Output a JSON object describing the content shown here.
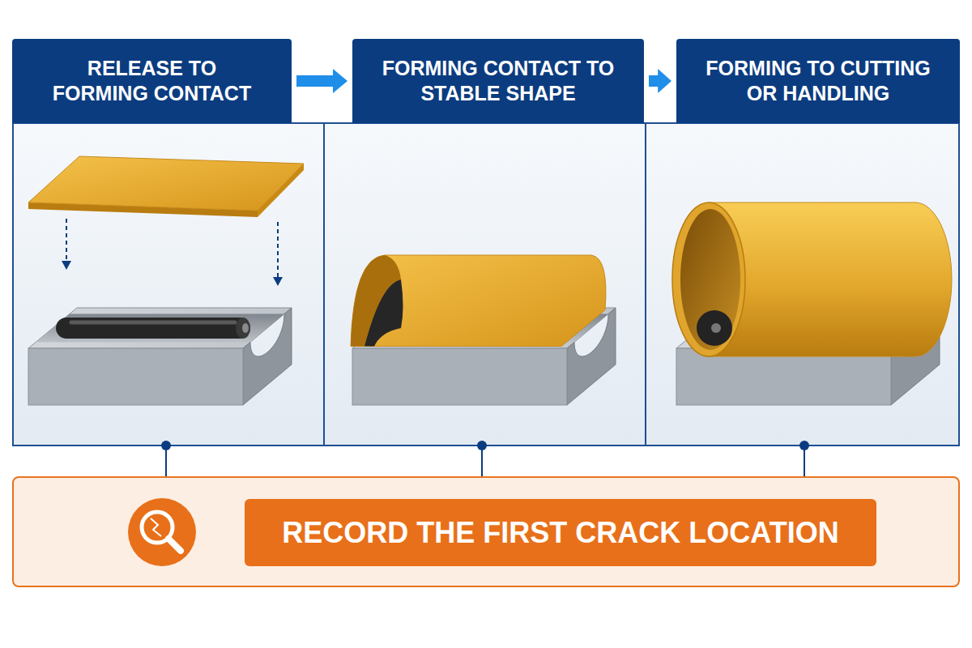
{
  "diagram": {
    "nodes": [
      {
        "text": [
          "RELEASE TO FORMING CONTACT"
        ]
      },
      {
        "text": [
          "FORMING CONTACT TO STABLE SHAPE"
        ]
      },
      {
        "text": [
          "FORMING TO CUTTING OR HANDLING"
        ]
      },
      {
        "text": [
          "RECORD THE FIRST CRACK LOCATION"
        ]
      }
    ],
    "edges": [
      {
        "from": 0,
        "to": 1,
        "arrow": "to"
      },
      {
        "from": 1,
        "to": 2,
        "arrow": "to"
      }
    ]
  }
}
